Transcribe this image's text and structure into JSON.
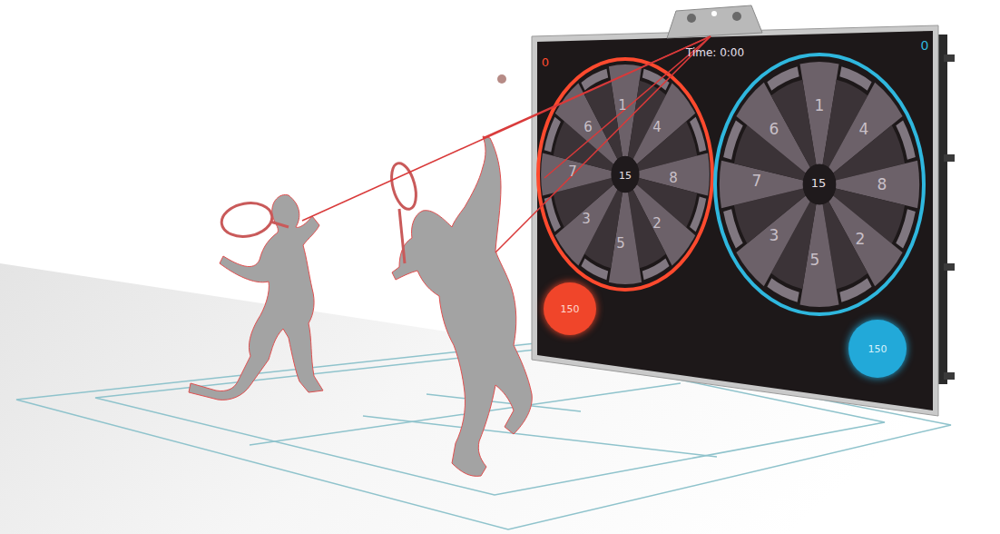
{
  "diagram": {
    "nodes": [
      {
        "text": [
          "150"
        ]
      },
      {
        "text": [
          "150"
        ]
      }
    ],
    "labels": [
      "0",
      "Time: 0:00",
      "0",
      "1",
      "6",
      "4",
      "7",
      "15",
      "8",
      "3",
      "2",
      "5",
      "1",
      "6",
      "4",
      "7",
      "15",
      "8",
      "3",
      "2",
      "5"
    ]
  }
}
